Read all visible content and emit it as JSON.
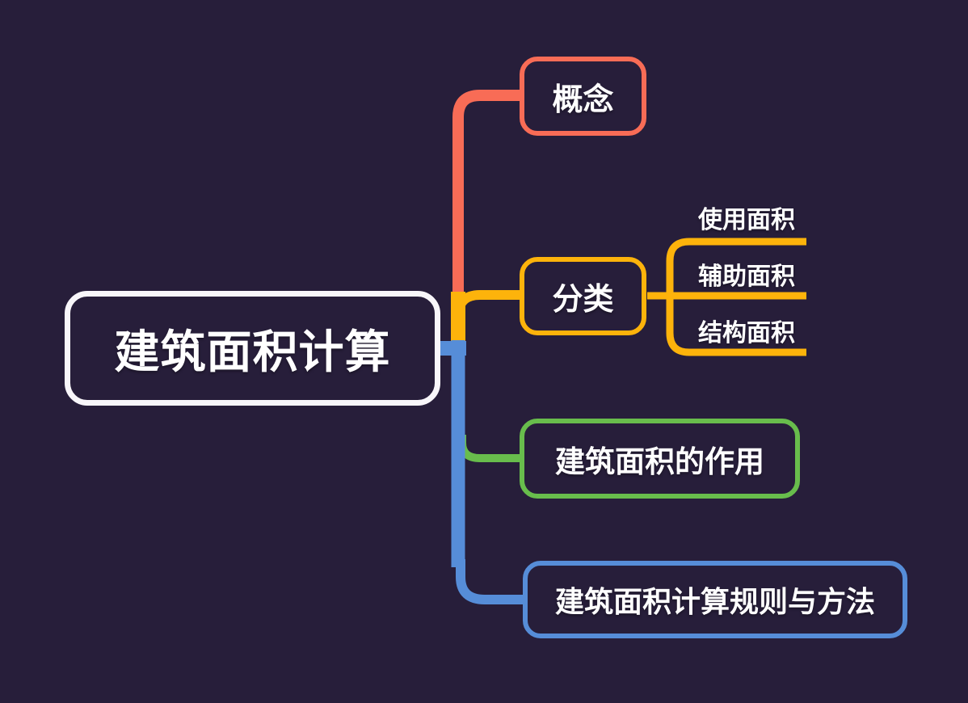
{
  "canvas": {
    "bg": "#271e3a",
    "text_color": "#ffffff"
  },
  "colors": {
    "red": "#f86c56",
    "yellow": "#fdb30b",
    "green": "#68bd4c",
    "blue": "#568dd8",
    "white": "#f8f6fa"
  },
  "mindmap": {
    "root": {
      "label": "建筑面积计算"
    },
    "branches": [
      {
        "id": "concept",
        "label": "概念",
        "color": "#f86c56"
      },
      {
        "id": "classification",
        "label": "分类",
        "color": "#fdb30b",
        "children": [
          {
            "label": "使用面积"
          },
          {
            "label": "辅助面积"
          },
          {
            "label": "结构面积"
          }
        ]
      },
      {
        "id": "role",
        "label": "建筑面积的作用",
        "color": "#68bd4c"
      },
      {
        "id": "rules",
        "label": "建筑面积计算规则与方法",
        "color": "#568dd8"
      }
    ]
  }
}
